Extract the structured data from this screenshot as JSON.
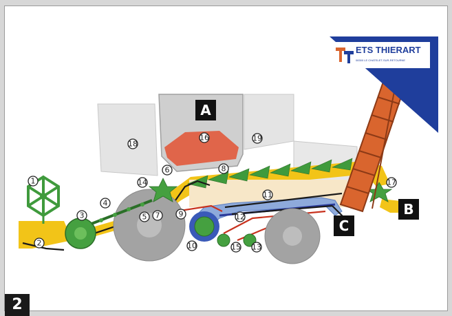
{
  "figure_number": "2",
  "logo": {
    "name": "ETS THIERART",
    "subtitle": "08300 LE CHATELET-SUR-RETOURNE"
  },
  "section_labels": [
    "A",
    "B",
    "C"
  ],
  "part_numbers": [
    "1",
    "2",
    "3",
    "4",
    "5",
    "6",
    "7",
    "8",
    "9",
    "10",
    "11",
    "12",
    "13",
    "14",
    "15",
    "16",
    "17",
    "18",
    "19"
  ],
  "colors": {
    "body_panel": "#e2e2e2",
    "grain_tank": "#cfcfcf",
    "grain_fill": "#e0654a",
    "crop_flow": "#f2c418",
    "green_parts": "#45a040",
    "blue_parts": "#8eaadb",
    "red_flow": "#c8321e",
    "auger": "#d9652e",
    "logo_panel": "#1f3e9c",
    "wheels": "#9b9b9b"
  }
}
